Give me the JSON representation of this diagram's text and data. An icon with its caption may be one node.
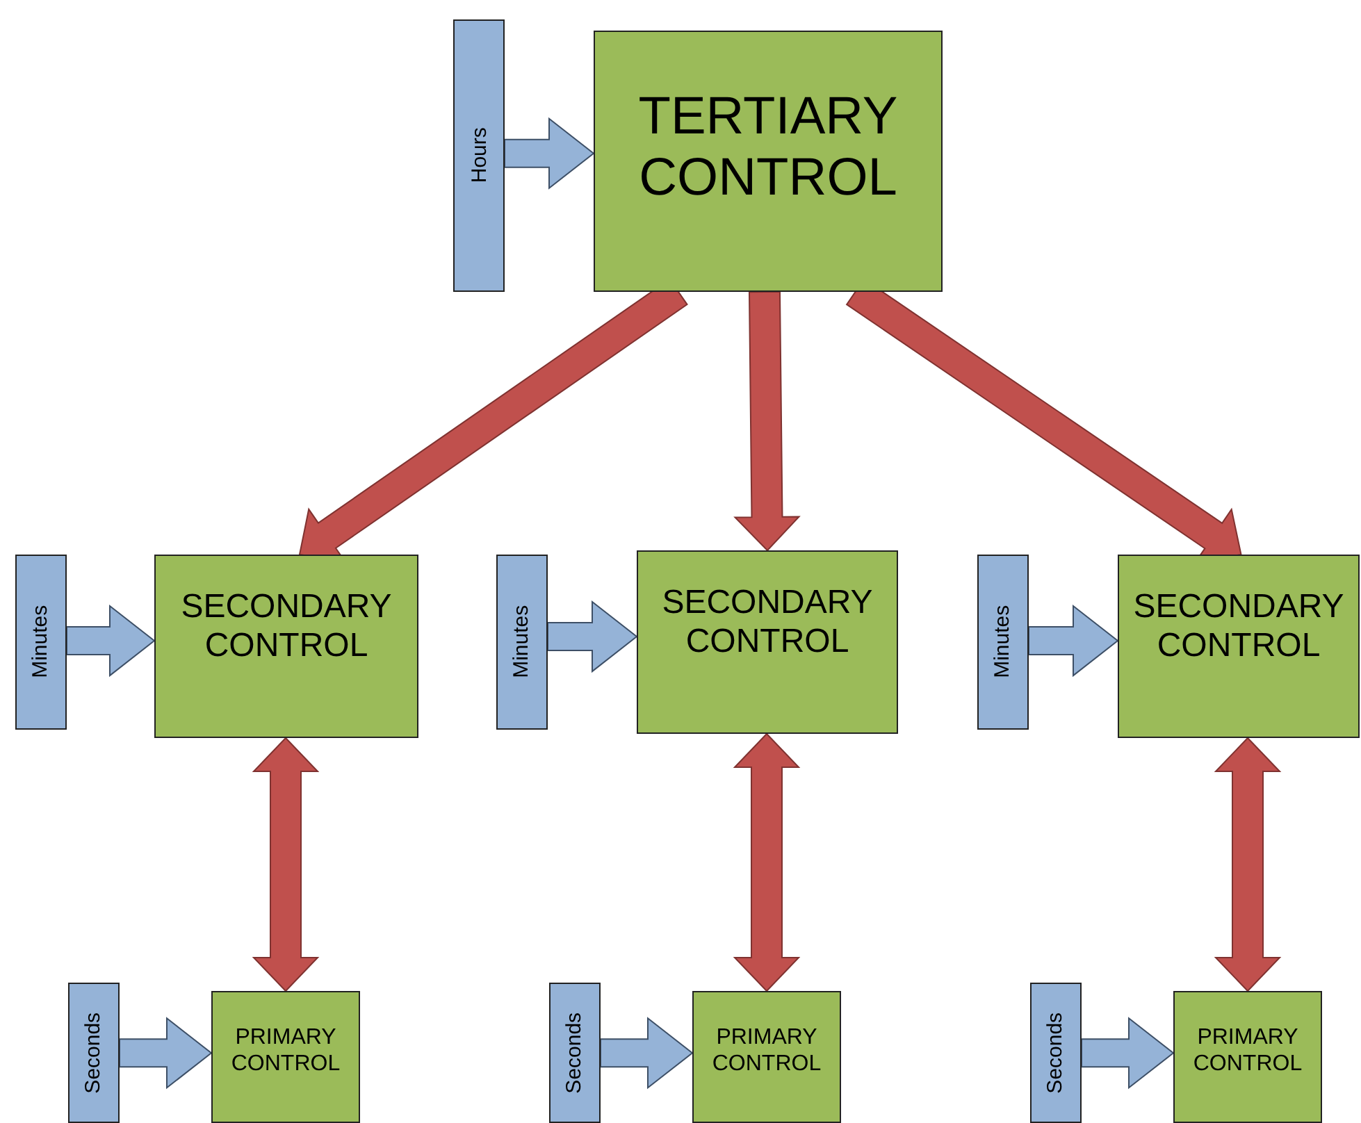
{
  "diagram": {
    "nodes": [
      {
        "text": [
          "TERTIARY CONTROL"
        ]
      },
      {
        "text": [
          "Hours"
        ]
      },
      {
        "text": [
          "SECONDARY CONTROL"
        ]
      },
      {
        "text": [
          "Minutes"
        ]
      },
      {
        "text": [
          "SECONDARY CONTROL"
        ]
      },
      {
        "text": [
          "Minutes"
        ]
      },
      {
        "text": [
          "SECONDARY CONTROL"
        ]
      },
      {
        "text": [
          "Minutes"
        ]
      },
      {
        "text": [
          "PRIMARY CONTROL"
        ]
      },
      {
        "text": [
          "Seconds"
        ]
      },
      {
        "text": [
          "PRIMARY CONTROL"
        ]
      },
      {
        "text": [
          "Seconds"
        ]
      },
      {
        "text": [
          "PRIMARY CONTROL"
        ]
      },
      {
        "text": [
          "Seconds"
        ]
      }
    ],
    "edges": [
      {
        "from": 1,
        "to": 0,
        "arrow": "to"
      },
      {
        "from": 0,
        "to": 2,
        "arrow": "to",
        "style": "thick",
        "color": "#c0504d"
      },
      {
        "from": 0,
        "to": 4,
        "arrow": "to",
        "style": "thick",
        "color": "#c0504d"
      },
      {
        "from": 0,
        "to": 6,
        "arrow": "to",
        "style": "thick",
        "color": "#c0504d"
      },
      {
        "from": 3,
        "to": 2,
        "arrow": "to"
      },
      {
        "from": 5,
        "to": 4,
        "arrow": "to"
      },
      {
        "from": 7,
        "to": 6,
        "arrow": "to"
      },
      {
        "from": 2,
        "to": 8,
        "arrow": "both",
        "style": "thick",
        "color": "#c0504d"
      },
      {
        "from": 4,
        "to": 10,
        "arrow": "both",
        "style": "thick",
        "color": "#c0504d"
      },
      {
        "from": 6,
        "to": 12,
        "arrow": "both",
        "style": "thick",
        "color": "#c0504d"
      },
      {
        "from": 9,
        "to": 8,
        "arrow": "to"
      },
      {
        "from": 11,
        "to": 10,
        "arrow": "to"
      },
      {
        "from": 13,
        "to": 12,
        "arrow": "to"
      }
    ]
  }
}
